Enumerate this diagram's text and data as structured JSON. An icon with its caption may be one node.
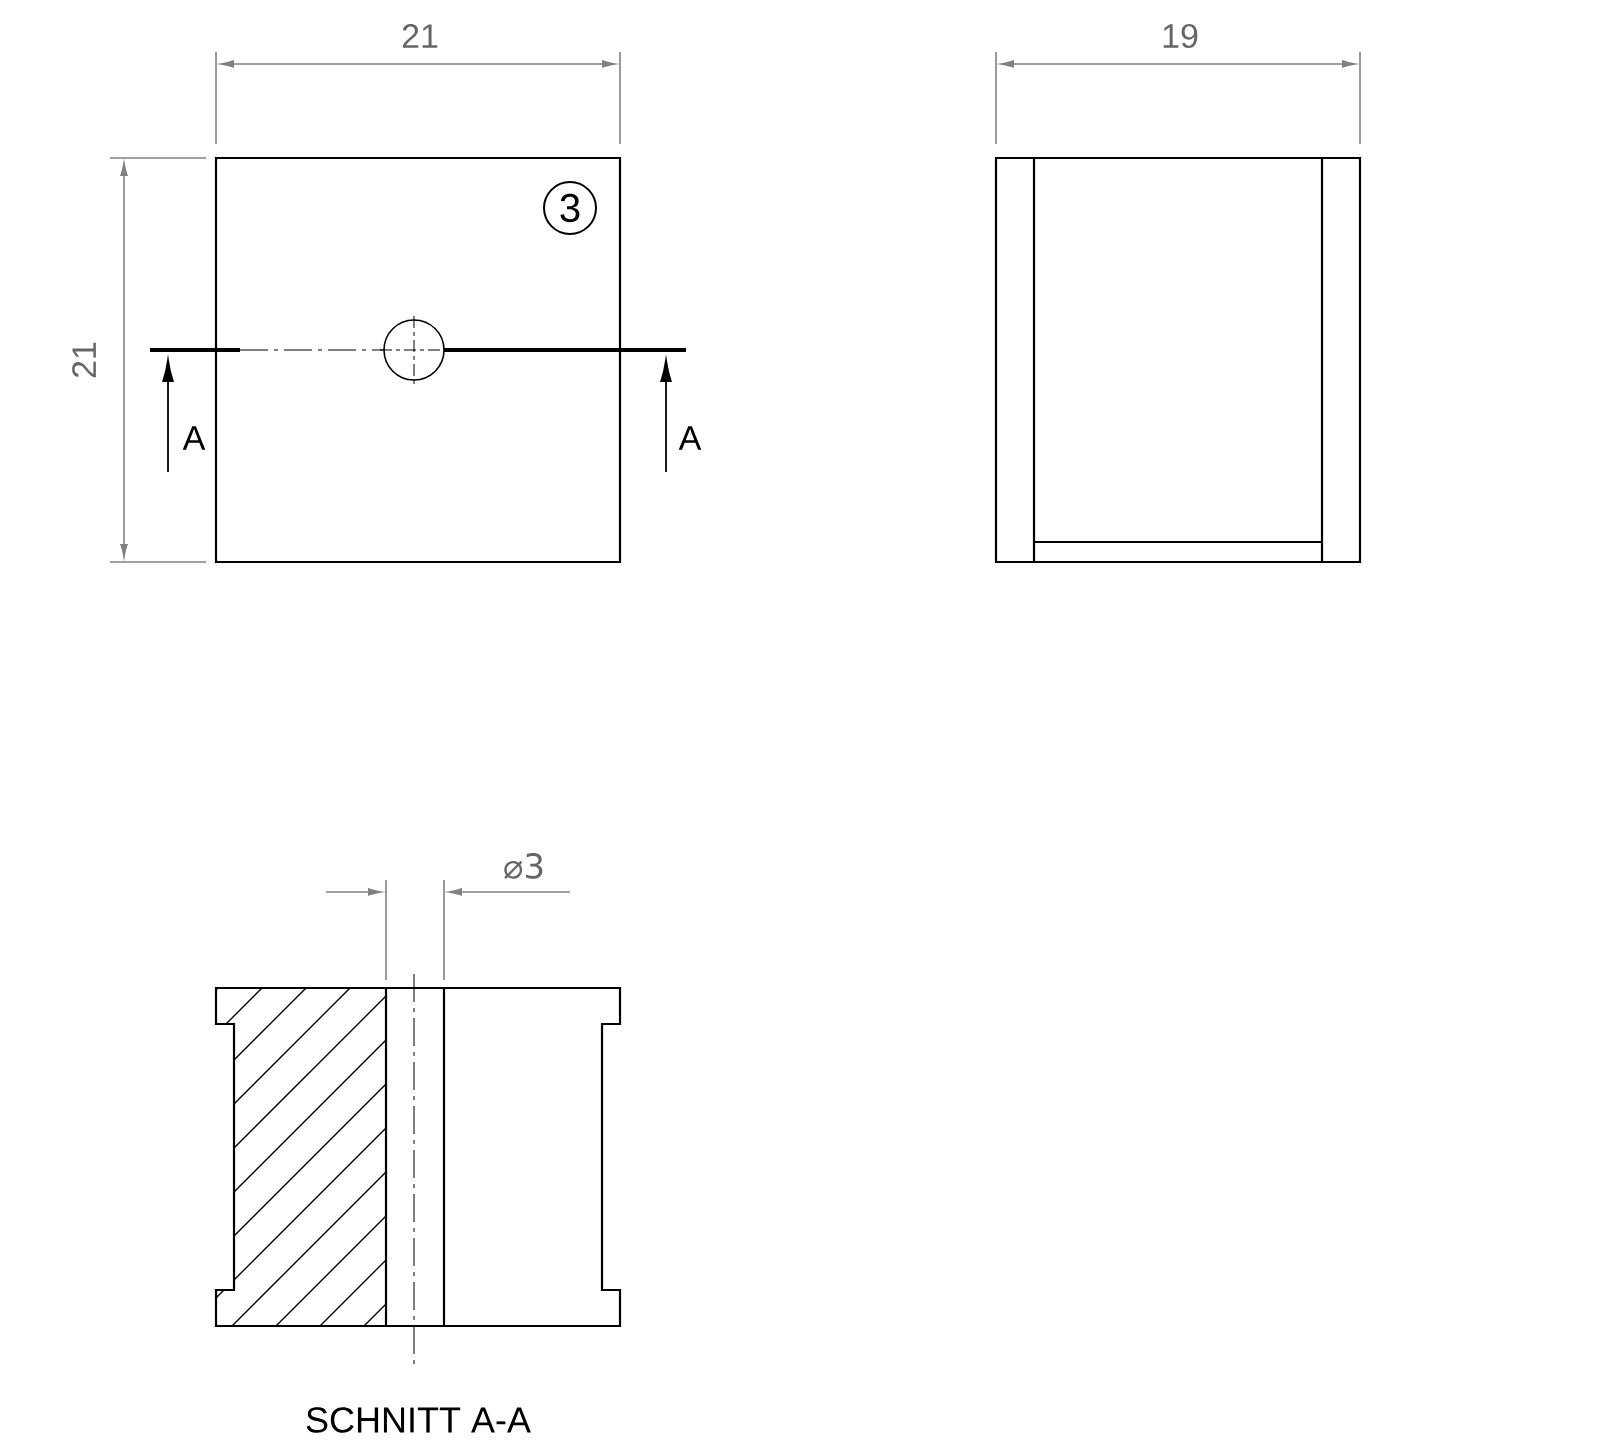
{
  "diagram": {
    "labels": [
      "21",
      "19",
      "3",
      "21",
      "A",
      "A",
      "⌀3",
      "SCHNITT A-A"
    ]
  }
}
